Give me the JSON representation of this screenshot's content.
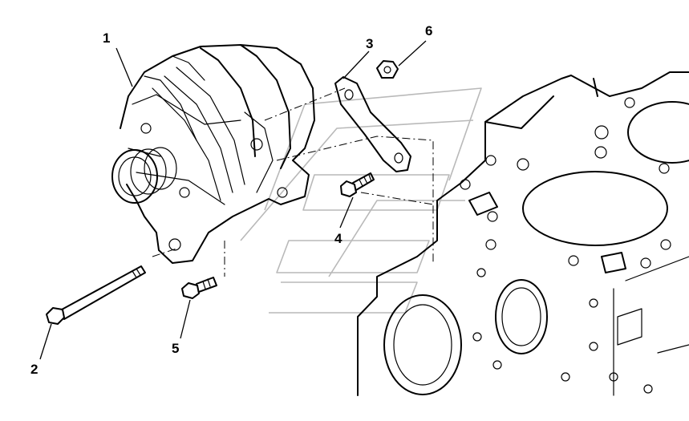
{
  "callouts": [
    {
      "id": "alternator",
      "label": "1"
    },
    {
      "id": "long-bolt",
      "label": "2"
    },
    {
      "id": "bracket",
      "label": "3"
    },
    {
      "id": "bracket-bolt",
      "label": "4"
    },
    {
      "id": "mount-bolt",
      "label": "5"
    },
    {
      "id": "nut",
      "label": "6"
    }
  ],
  "colors": {
    "line": "#000000",
    "watermark": "#b9b9b9",
    "background": "#ffffff"
  }
}
